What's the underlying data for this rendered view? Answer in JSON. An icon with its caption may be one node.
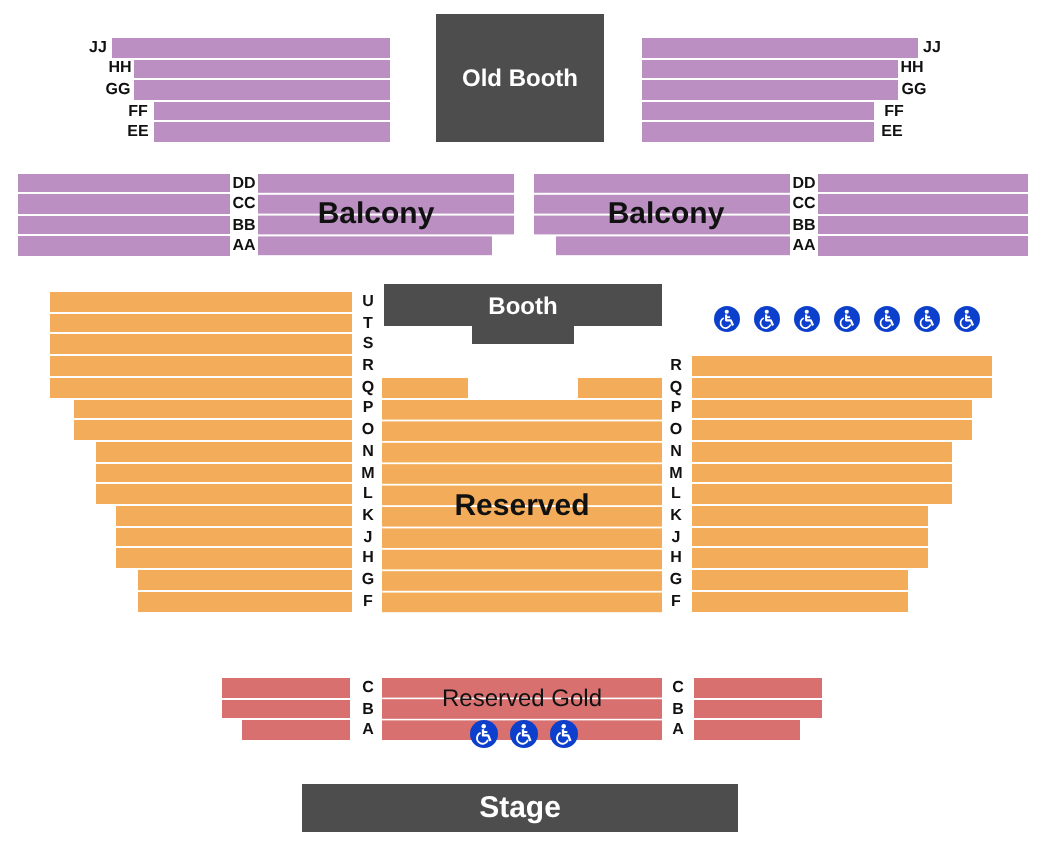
{
  "diagram": {
    "nodes": [
      {
        "text": [
          "Old Booth"
        ]
      },
      {
        "text": [
          "Balcony"
        ]
      },
      {
        "text": [
          "Balcony"
        ]
      },
      {
        "text": [
          "Booth"
        ]
      },
      {
        "text": [
          "Reserved"
        ]
      },
      {
        "text": [
          "Reserved Gold"
        ]
      },
      {
        "text": [
          "Stage"
        ]
      }
    ],
    "labels": [
      "JJ",
      "JJ",
      "HH",
      "HH",
      "GG",
      "GG",
      "FF",
      "FF",
      "EE",
      "EE",
      "DD",
      "DD",
      "CC",
      "CC",
      "BB",
      "BB",
      "AA",
      "AA",
      "U",
      "T",
      "S",
      "R",
      "R",
      "Q",
      "Q",
      "P",
      "P",
      "O",
      "O",
      "N",
      "N",
      "M",
      "M",
      "L",
      "L",
      "K",
      "K",
      "J",
      "J",
      "H",
      "H",
      "G",
      "G",
      "F",
      "F",
      "C",
      "C",
      "B",
      "B",
      "A",
      "A"
    ]
  }
}
